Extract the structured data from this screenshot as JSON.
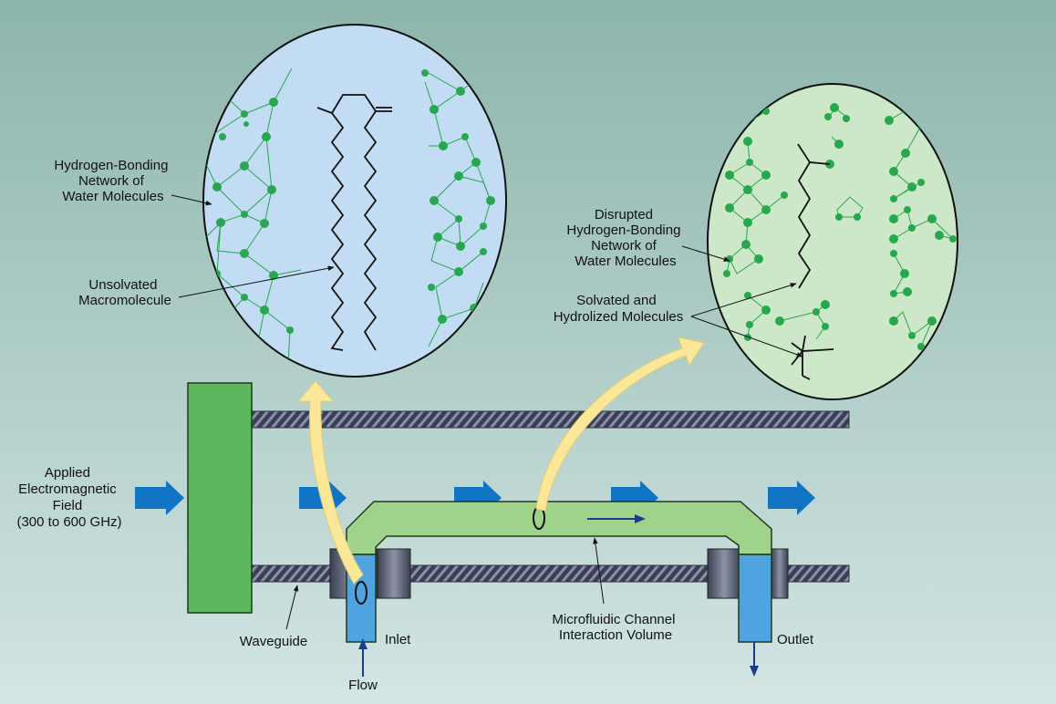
{
  "labels": {
    "hb_network": [
      "Hydrogen-Bonding",
      "Network of",
      "Water Molecules"
    ],
    "unsolvated": [
      "Unsolvated",
      "Macromolecule"
    ],
    "disrupted": [
      "Disrupted",
      "Hydrogen-Bonding",
      "Network of",
      "Water Molecules"
    ],
    "solvated": [
      "Solvated and",
      "Hydrolized Molecules"
    ],
    "applied_field": [
      "Applied",
      "Electromagnetic",
      "Field",
      "(300 to 600 GHz)"
    ],
    "waveguide": "Waveguide",
    "inlet": "Inlet",
    "outlet": "Outlet",
    "flow": "Flow",
    "channel": [
      "Microfluidic Channel",
      "Interaction Volume"
    ]
  },
  "colors": {
    "background_top": "#8fb7ad",
    "background_bottom": "#cfe2e0",
    "left_zoom_fill": "#c2dcf3",
    "right_zoom_fill": "#cde8c8",
    "molecule_green": "#27a84e",
    "field_arrow_blue": "#1174c4",
    "applicator_green": "#5cb85c",
    "channel_green": "#9fd28a",
    "water_blue": "#4fa3df",
    "highlight_yellow": "#fbe79a",
    "flow_arrow_navy": "#1a3c8c"
  }
}
